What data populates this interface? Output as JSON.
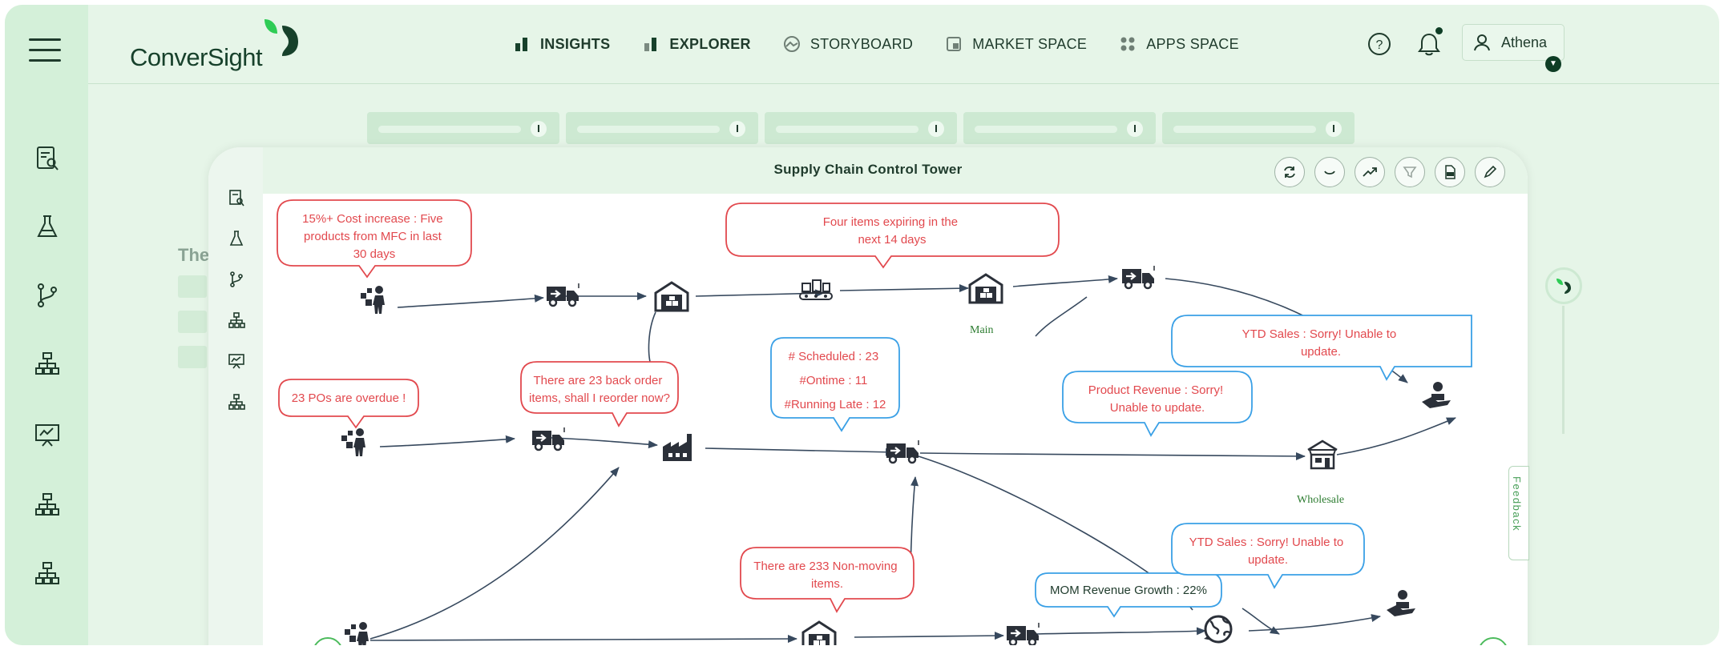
{
  "app": {
    "brand": "ConverSight",
    "nav": [
      {
        "label": "INSIGHTS",
        "icon": "insights-bars-icon",
        "bold": true
      },
      {
        "label": "EXPLORER",
        "icon": "explorer-bars-icon",
        "bold": true
      },
      {
        "label": "STORYBOARD",
        "icon": "storyboard-icon",
        "bold": false
      },
      {
        "label": "MARKET SPACE",
        "icon": "market-space-icon",
        "bold": false
      },
      {
        "label": "APPS SPACE",
        "icon": "apps-grid-icon",
        "bold": false
      }
    ],
    "user": "Athena",
    "accent": "#17412b",
    "brand_green": "#2ecc55"
  },
  "background": {
    "fragment_text": "The"
  },
  "panel": {
    "title": "Supply Chain Control Tower",
    "tools": [
      "refresh-icon",
      "smile-icon",
      "trend-icon",
      "filter-icon",
      "pdf-icon",
      "edit-icon"
    ]
  },
  "diagram": {
    "node_labels": {
      "main": "Main",
      "wholesale": "Wholesale"
    },
    "bubbles": {
      "cost_increase": [
        "15%+ Cost increase : Five",
        "products from MFC in last",
        "30 days"
      ],
      "expiring": [
        "Four items expiring in the",
        "next 14 days"
      ],
      "pos_overdue": [
        "23 POs are overdue !"
      ],
      "back_order": [
        "There are 23 back order",
        "items, shall I reorder now?"
      ],
      "schedule": [
        "# Scheduled : 23",
        "#Ontime : 11",
        "#Running Late : 12"
      ],
      "product_revenue": [
        "Product Revenue : Sorry!",
        "Unable to update."
      ],
      "ytd_sales_top": [
        "YTD Sales : Sorry! Unable to",
        "update."
      ],
      "non_moving": [
        "There are 233 Non-moving",
        "items."
      ],
      "mom_revenue": [
        "MOM Revenue Growth : 22%"
      ],
      "ytd_sales_bottom": [
        "YTD Sales : Sorry! Unable to",
        "update."
      ]
    },
    "colors": {
      "alert": "#e2494e",
      "info": "#3aa0e6",
      "edge": "#37495e",
      "icon": "#2b3039"
    }
  },
  "feedback": "Feedback"
}
